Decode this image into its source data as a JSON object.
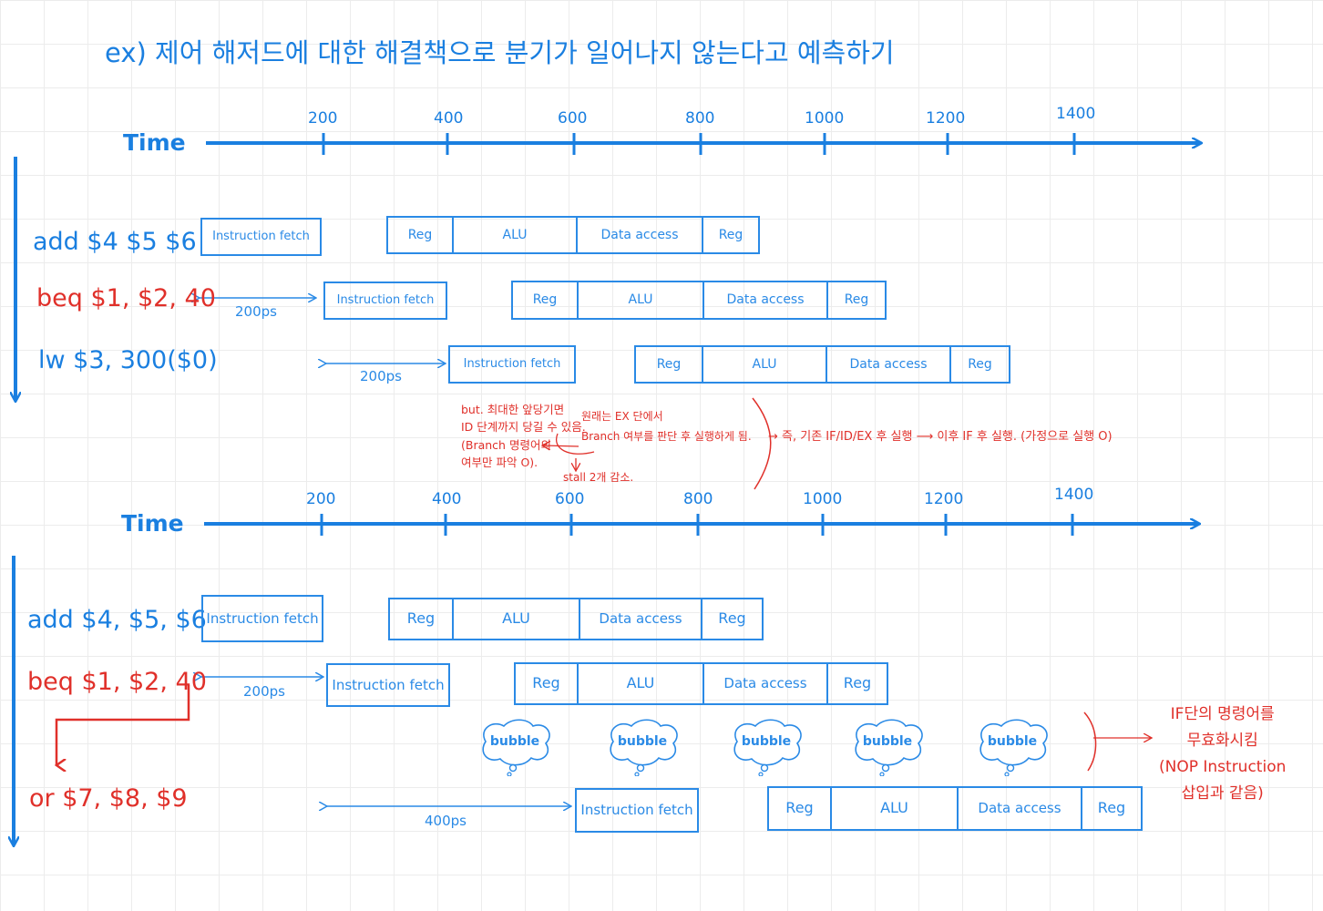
{
  "title": "ex) 제어 해저드에 대한 해결책으로 분기가 일어나지 않는다고 예측하기",
  "stages": {
    "if": "Instruction fetch",
    "reg": "Reg",
    "alu": "ALU",
    "da": "Data access"
  },
  "bubble_label": "bubble",
  "top": {
    "time_label": "Time",
    "ticks": [
      "200",
      "400",
      "600",
      "800",
      "1000",
      "1200",
      "1400"
    ],
    "instructions": [
      "add $4 $5 $6",
      "beq $1, $2, 40",
      "lw $3, 300($0)"
    ],
    "gap1": "200ps",
    "gap2": "200ps"
  },
  "bottom": {
    "time_label": "Time",
    "ticks": [
      "200",
      "400",
      "600",
      "800",
      "1000",
      "1200",
      "1400"
    ],
    "instructions": [
      "add $4, $5, $6",
      "beq $1, $2, 40",
      "or $7, $8, $9"
    ],
    "gap1": "200ps",
    "gap2": "400ps"
  },
  "notes": {
    "but": [
      "but. 최대한 앞당기면",
      "ID 단계까지 당길 수 있음.",
      "(Branch 명령어의",
      "여부만 파악 O)."
    ],
    "orig": [
      "원래는 EX 단에서",
      "Branch 여부를 판단 후 실행하게 됨."
    ],
    "stall": "stall 2개 감소.",
    "conclusion": "→ 즉, 기존 IF/ID/EX 후 실행 ⟶ 이후 IF 후 실행. (가정으로 실행 O)",
    "right": [
      "IF단의 명령어를",
      "무효화시킴",
      "(NOP Instruction",
      "삽입과 같음)"
    ]
  },
  "colors": {
    "blue": "#1a7fe0",
    "red": "#e0302a",
    "grid": "#ececec"
  }
}
